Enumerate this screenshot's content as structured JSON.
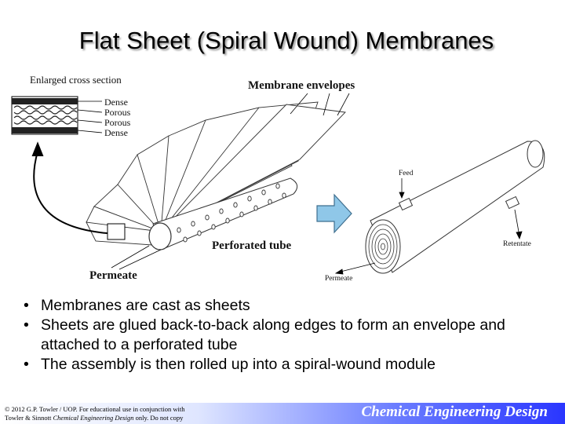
{
  "slide": {
    "title": "Flat Sheet (Spiral Wound) Membranes"
  },
  "diagram": {
    "cross_section_title": "Enlarged cross section",
    "layers": [
      "Dense",
      "Porous",
      "Porous",
      "Dense"
    ],
    "envelopes_label": "Membrane envelopes",
    "perforated_tube_label": "Perforated tube",
    "permeate_left_label": "Permeate",
    "feed_label": "Feed",
    "retentate_label": "Retentate",
    "permeate_right_label": "Permeate",
    "colors": {
      "arrow_fill": "#8fc7e8",
      "arrow_edge": "#3f6f8f"
    }
  },
  "bullets": [
    "Membranes are cast as sheets",
    "Sheets are glued back-to-back along edges to form an envelope and attached to a perforated tube",
    "The assembly is then rolled up into a spiral-wound module"
  ],
  "footer": {
    "copyright_line1": "© 2012 G.P. Towler / UOP. For educational use in conjunction with",
    "copyright_line2_a": "Towler & Sinnott ",
    "copyright_line2_b": "Chemical Engineering Design",
    "copyright_line2_c": " only. Do not copy",
    "brand": "Chemical Engineering Design"
  }
}
